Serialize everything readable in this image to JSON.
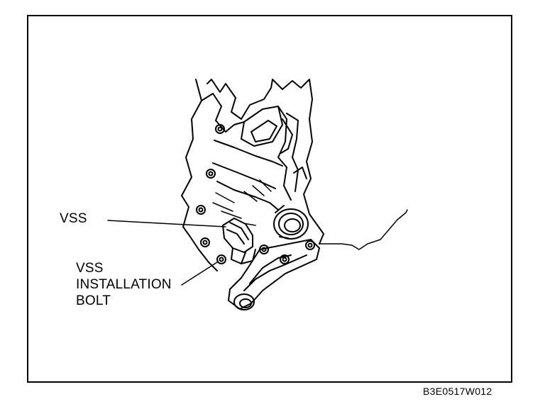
{
  "callouts": {
    "vss": "VSS",
    "vss_installation_bolt": [
      "VSS",
      "INSTALLATION",
      "BOLT"
    ]
  },
  "figure_code": "B3E0517W012",
  "colors": {
    "line": "#000000",
    "background": "#ffffff"
  }
}
